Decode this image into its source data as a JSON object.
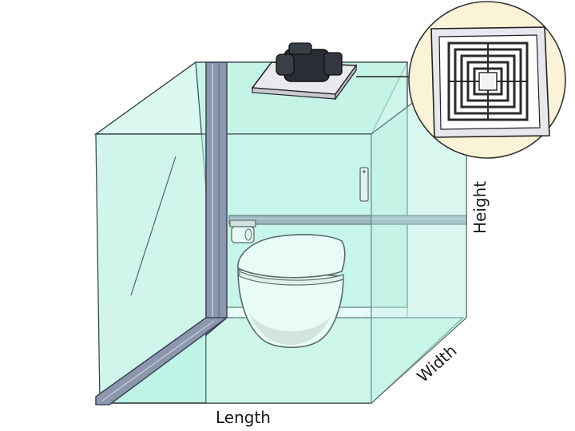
{
  "diagram": {
    "labels": {
      "length": "Length",
      "width": "Width",
      "height": "Height"
    },
    "colors": {
      "glass_fill": "#bdf3e4",
      "glass_stroke": "#3a4a4a",
      "frame_fill": "#8c97ad",
      "frame_stroke": "#3c4356",
      "fan_body": "#2a2d34",
      "fan_plate": "#e9e9ee",
      "vent_circle_bg": "#fbf3d8",
      "vent_grille": "#2b2b2b",
      "toilet_fill": "#ffffff",
      "outline": "#222222"
    },
    "icons": {
      "fan": "exhaust-fan-icon",
      "vent_grille": "vent-grille-icon",
      "toilet": "wall-hung-toilet-icon",
      "paper_holder": "toilet-paper-holder-icon",
      "flush_button": "flush-plate-icon"
    }
  }
}
